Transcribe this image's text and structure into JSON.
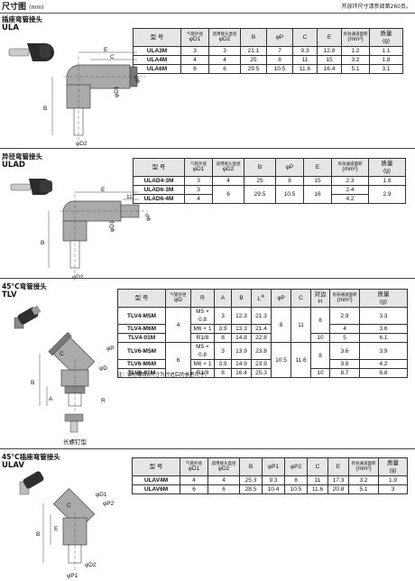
{
  "header": {
    "title": "尺寸图",
    "unit": "(mm)",
    "note": "开放环尺寸请参阅第260页。"
  },
  "ula": {
    "title_zh": "插座弯管接头",
    "code": "ULA",
    "headers": [
      "型 号",
      "气管外径",
      "φD1",
      "适用接头直径",
      "φD2",
      "B",
      "φP",
      "C",
      "E",
      "有效通道面积",
      "(mm²)",
      "质量",
      "(g)"
    ],
    "rows": [
      [
        "ULA3M",
        "3",
        "3",
        "21.1",
        "7",
        "9.3",
        "12.8",
        "1.2",
        "1.1"
      ],
      [
        "ULA4M",
        "4",
        "4",
        "25",
        "8",
        "11",
        "15",
        "3.2",
        "1.8"
      ],
      [
        "ULA6M",
        "6",
        "6",
        "29.5",
        "10.5",
        "11.6",
        "16.4",
        "5.1",
        "3.1"
      ]
    ],
    "dims": {
      "B": "B",
      "C": "C",
      "E": "E",
      "P": "φP",
      "D1": "φD1",
      "D2": "φD2"
    }
  },
  "ulad": {
    "title_zh": "异径弯管接头",
    "code": "ULAD",
    "headers": [
      "型 号",
      "气管外径",
      "φD1",
      "适用接头直径",
      "φD2",
      "B",
      "φP",
      "E",
      "有效通道面积",
      "(mm²)",
      "质量",
      "(g)"
    ],
    "rows": [
      [
        "ULAD4-3M",
        "3",
        "4",
        "25",
        "8",
        "15",
        "2.3",
        "1.8"
      ],
      [
        "ULAD6-3M",
        "3",
        "6",
        "29.5",
        "10.5",
        "16",
        "2.4",
        "2.9"
      ],
      [
        "ULAD6-4M",
        "4",
        "",
        "",
        "",
        "",
        "4.2",
        ""
      ]
    ],
    "dims": {
      "B": "B",
      "E": "E",
      "e11": "11",
      "P": "φP",
      "D1": "φD1",
      "D2": "φD2"
    }
  },
  "tlv": {
    "title_zh": "45°C弯管接头",
    "code": "TLV",
    "headers": [
      "型 号",
      "气管外径",
      "φD",
      "R",
      "A",
      "B",
      "L",
      "φP",
      "C",
      "对边",
      "H",
      "有效通道面积",
      "(mm²)",
      "质量",
      "(g)"
    ],
    "lnote": "※",
    "rows": [
      [
        "TLV4-M5M",
        "4",
        "M5 × 0.8",
        "3",
        "12.3",
        "21.3",
        "8",
        "11",
        "8",
        "2.9",
        "3.3"
      ],
      [
        "TLV4-M6M",
        "",
        "M6 × 1",
        "3.9",
        "13.3",
        "21.4",
        "",
        "",
        "",
        "4",
        "3.6"
      ],
      [
        "TLV4-01M",
        "",
        "R1/8",
        "8",
        "14.8",
        "22.8",
        "",
        "",
        "10",
        "5",
        "6.1"
      ],
      [
        "TLV6-M5M",
        "6",
        "M5 × 0.8",
        "3",
        "13.9",
        "23.8",
        "10.5",
        "11.6",
        "8",
        "3.6",
        "3.9"
      ],
      [
        "TLV6-M6M",
        "",
        "M6 × 1",
        "3.9",
        "14.9",
        "23.9",
        "",
        "",
        "",
        "3.8",
        "4.2"
      ],
      [
        "TLV6-01M",
        "",
        "R1/8",
        "8",
        "16.4",
        "25.3",
        "",
        "",
        "10",
        "8.7",
        "6.8"
      ]
    ],
    "footnote": "注：锥形螺纹L尺寸为拧进后的参考尺寸。",
    "dims": {
      "B": "B",
      "C": "C",
      "P": "φP",
      "A": "A",
      "D": "φD",
      "R": "R",
      "H": "H"
    },
    "caption": "长螺钉型"
  },
  "ulav": {
    "title_zh": "45°C插座弯管接头",
    "code": "ULAV",
    "headers": [
      "型 号",
      "气管外径",
      "φD1",
      "适用接头直径",
      "φD2",
      "B",
      "φP1",
      "φP2",
      "C",
      "E",
      "有效通道面积",
      "(mm²)",
      "质量",
      "(g)"
    ],
    "rows": [
      [
        "ULAV4M",
        "4",
        "4",
        "25.3",
        "9.3",
        "8",
        "11",
        "17.3",
        "3.2",
        "1.9"
      ],
      [
        "ULAV6M",
        "6",
        "6",
        "28.5",
        "10.4",
        "10.5",
        "11.6",
        "20.8",
        "5.1",
        "3"
      ]
    ],
    "dims": {
      "D1": "φD1",
      "P2": "φP2",
      "C": "C",
      "E": "E",
      "B": "B",
      "D2": "φD2",
      "P1": "φP1"
    }
  },
  "colors": {
    "fitting": "#333333",
    "body": "#9a9a9a",
    "line": "#444444",
    "header_bg": "#e6e6e6"
  }
}
